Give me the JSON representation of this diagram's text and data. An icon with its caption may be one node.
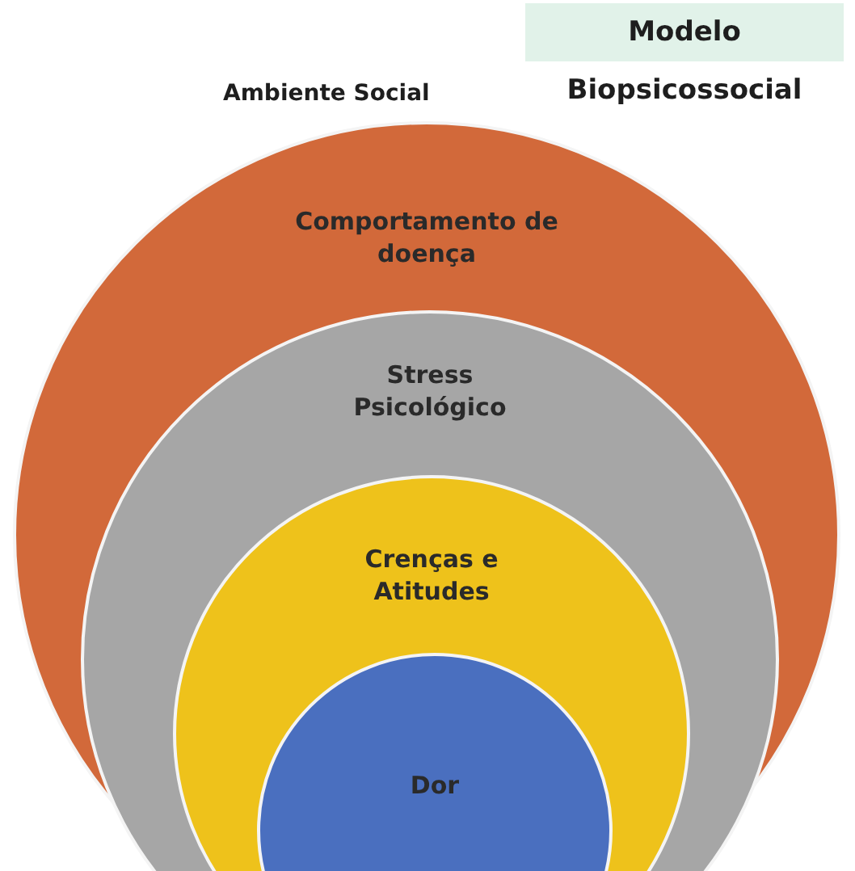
{
  "diagram": {
    "title": "Modelo Biopsicossocial",
    "nodes": [
      {
        "text": [
          "Comportamento de doença"
        ]
      },
      {
        "text": [
          "Stress Psicológico"
        ],
        "in": 0
      },
      {
        "text": [
          "Crenças e Atitudes"
        ],
        "in": 1
      },
      {
        "text": [
          "Dor"
        ],
        "in": 2
      }
    ],
    "labels": [
      "Ambiente Social"
    ]
  }
}
